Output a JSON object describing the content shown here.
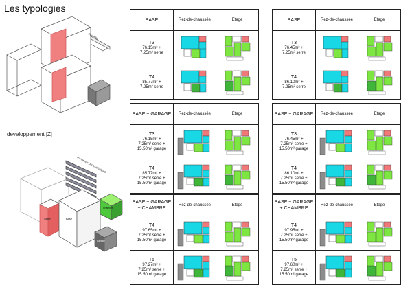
{
  "title": "Les typologies",
  "diagram_label": "developpement |Z|",
  "iso_labels": {
    "top_roof": "Corniche",
    "bottom_roof": "Panneaux photovoltaïques",
    "serre": "Serre",
    "base": "Base",
    "chambre": "Chambre",
    "garage": "Garage"
  },
  "headers": {
    "rdc": "Rez-de-chaussée",
    "etage": "Etage"
  },
  "tables": [
    {
      "type": "BASE",
      "rows": [
        {
          "name": "T3",
          "area": "76.15m² +",
          "extra": [
            "7.25m² serre"
          ]
        },
        {
          "name": "T4",
          "area": "85.77m² +",
          "extra": [
            "7.25m² serre"
          ]
        }
      ]
    },
    {
      "type": "BASE",
      "rows": [
        {
          "name": "T3",
          "area": "76.45m² +",
          "extra": [
            "7.25m² serre"
          ]
        },
        {
          "name": "T4",
          "area": "86.10m² +",
          "extra": [
            "7.25m² serre"
          ]
        }
      ]
    },
    {
      "type": "BASE + GARAGE",
      "rows": [
        {
          "name": "T3",
          "area": "76.15m² +",
          "extra": [
            "7.25m² serre +",
            "15.50m² garage"
          ]
        },
        {
          "name": "T4",
          "area": "85.77m² +",
          "extra": [
            "7.25m² serre +",
            "15.50m² garage"
          ]
        }
      ]
    },
    {
      "type": "BASE + GARAGE",
      "rows": [
        {
          "name": "T3",
          "area": "76.45m² +",
          "extra": [
            "7.25m² serre +",
            "15.50m² garage"
          ]
        },
        {
          "name": "T4",
          "area": "86.10m² +",
          "extra": [
            "7.25m² serre +",
            "15.50m² garage"
          ]
        }
      ]
    },
    {
      "type": "BASE + GARAGE + CHAMBRE",
      "rows": [
        {
          "name": "T4",
          "area": "97.65m² +",
          "extra": [
            "7.25m² serre +",
            "15.50m² garage"
          ]
        },
        {
          "name": "T5",
          "area": "97.27m² +",
          "extra": [
            "7.25m² serre +",
            "15.50m² garage"
          ]
        }
      ]
    },
    {
      "type": "BASE + GARAGE + CHAMBRE",
      "rows": [
        {
          "name": "T4",
          "area": "97.95m² +",
          "extra": [
            "7.25m² serre +",
            "15.50m² garage"
          ]
        },
        {
          "name": "T5",
          "area": "97.60m² +",
          "extra": [
            "7.25m² serre +",
            "15.50m² garage"
          ]
        }
      ]
    }
  ],
  "colors": {
    "sejour": "#19d8e6",
    "chambre_etage": "#7ee640",
    "chambre_dark": "#3fb53a",
    "sdb": "#f07878",
    "garage": "#8c8c8c",
    "serre": "#c8c8c8"
  }
}
